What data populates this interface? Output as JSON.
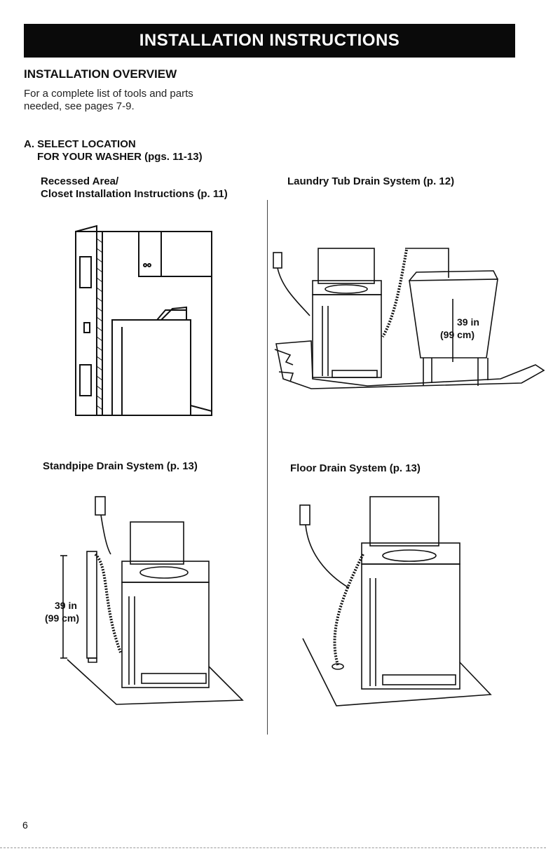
{
  "header": {
    "banner": "INSTALLATION INSTRUCTIONS"
  },
  "overview": {
    "heading": "INSTALLATION OVERVIEW",
    "intro_line1": "For a complete list of tools and parts",
    "intro_line2": "needed, see pages 7-9."
  },
  "step_a": {
    "line1": "A. SELECT LOCATION",
    "line2": "FOR YOUR WASHER (pgs. 11-13)"
  },
  "figures": {
    "recessed": {
      "caption_line1": "Recessed Area/",
      "caption_line2": "Closet Installation Instructions (p. 11)"
    },
    "laundry_tub": {
      "caption": "Laundry Tub Drain System (p. 12)",
      "dim_in": "39 in",
      "dim_cm": "(99 cm)"
    },
    "standpipe": {
      "caption": "Standpipe Drain System (p. 13)",
      "dim_in": "39 in",
      "dim_cm": "(99 cm)"
    },
    "floor_drain": {
      "caption": "Floor Drain System (p. 13)"
    }
  },
  "page_number": "6"
}
